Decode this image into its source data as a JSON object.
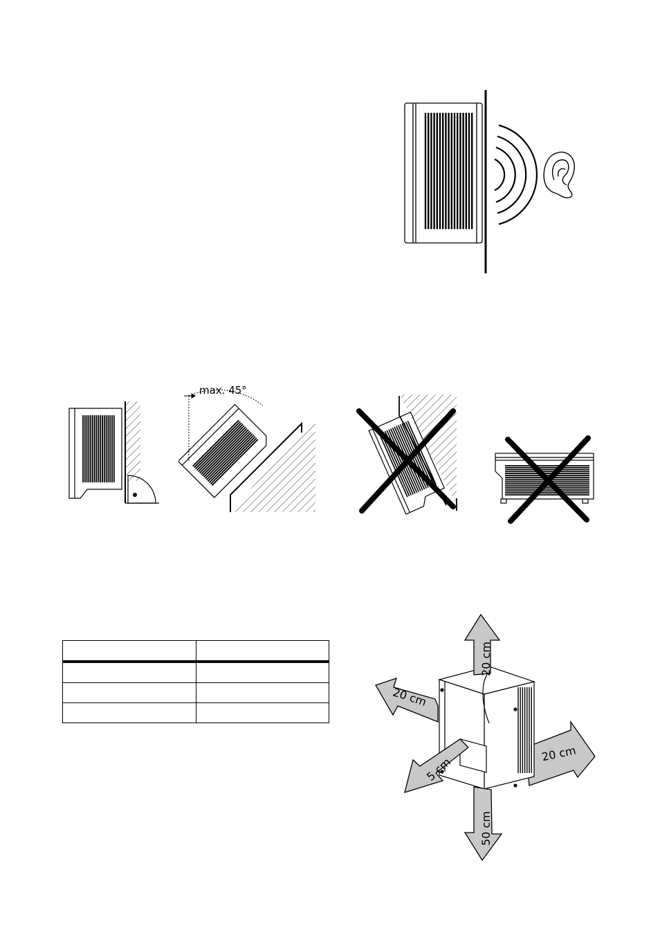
{
  "angle_figure": {
    "max_angle_label": "max. 45°"
  },
  "clearance_figure": {
    "top": "20 cm",
    "left": "20 cm",
    "right": "20 cm",
    "front": "5 cm",
    "bottom": "50 cm"
  },
  "clearance_table": {
    "headers": [
      "",
      ""
    ],
    "rows": [
      [
        "",
        ""
      ],
      [
        "",
        ""
      ],
      [
        "",
        ""
      ]
    ]
  },
  "colors": {
    "arrow_fill": "#c8c8c8",
    "line": "#000000"
  }
}
